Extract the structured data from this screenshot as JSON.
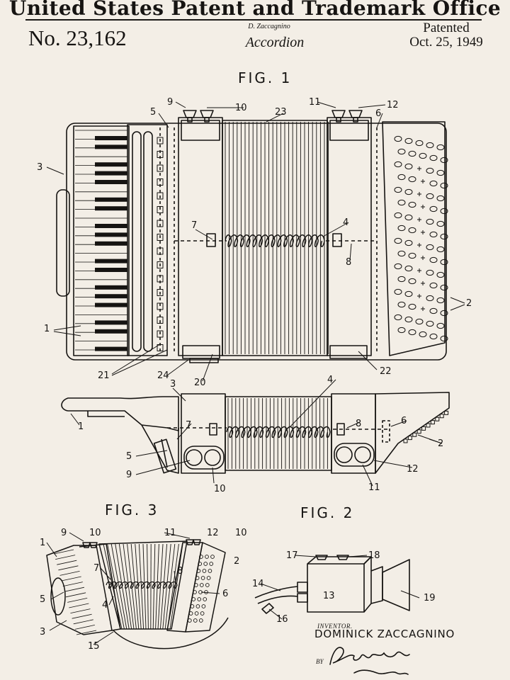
{
  "header": {
    "office": "United States Patent and Trademark Office",
    "patent_number": "No. 23,162",
    "inventor_small": "D. Zaccagnino",
    "title": "Accordion",
    "patented_label": "Patented",
    "patented_date": "Oct. 25, 1949"
  },
  "figures": {
    "fig1": "FIG. 1",
    "fig2": "FIG. 2",
    "fig3": "FIG. 3"
  },
  "reference_numerals": {
    "fig1": [
      "9",
      "10",
      "11",
      "12",
      "5",
      "23",
      "6",
      "3",
      "7",
      "4",
      "8",
      "2",
      "1",
      "21",
      "24",
      "20",
      "22"
    ],
    "side_view": [
      "3",
      "4",
      "1",
      "7",
      "8",
      "6",
      "5",
      "9",
      "10",
      "2",
      "12",
      "11"
    ],
    "fig2": [
      "17",
      "18",
      "14",
      "13",
      "19",
      "16"
    ],
    "fig3": [
      "9",
      "10",
      "11",
      "12",
      "10",
      "1",
      "2",
      "7",
      "8",
      "5",
      "4",
      "6",
      "3",
      "15"
    ]
  },
  "footer": {
    "inventor_label": "INVENTOR.",
    "inventor_name": "DOMINICK ZACCAGNINO",
    "by_label": "BY"
  },
  "colors": {
    "paper": "#f3eee6",
    "ink": "#161412"
  }
}
